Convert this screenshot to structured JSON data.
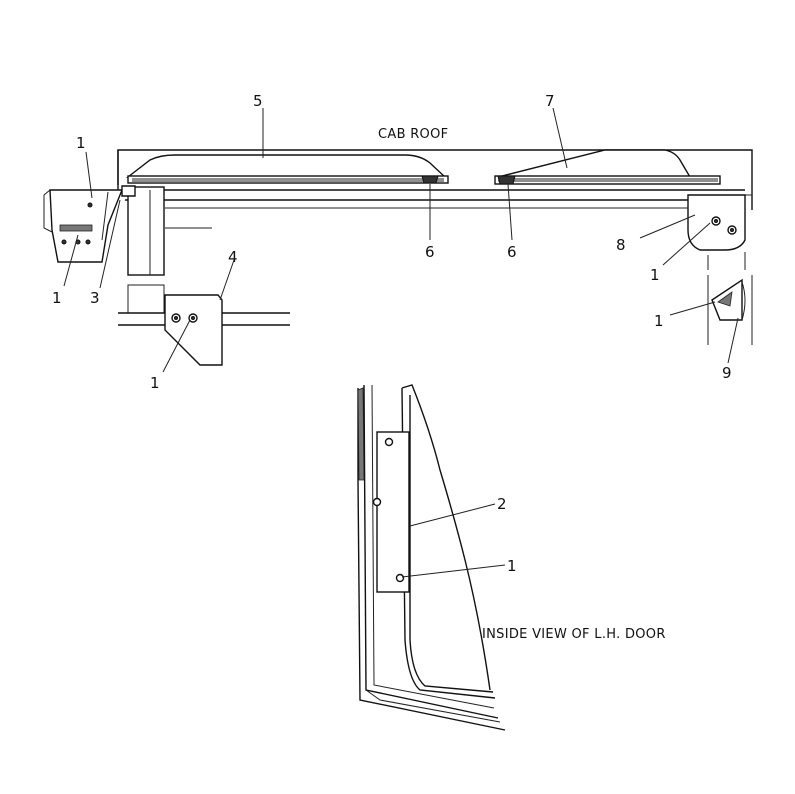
{
  "diagram": {
    "captions": {
      "cab_roof": "CAB ROOF",
      "inside_view": "INSIDE VIEW OF L.H. DOOR"
    },
    "callouts": {
      "c1_top_left": "1",
      "c1_bottom_left": "1",
      "c3": "3",
      "c4": "4",
      "c1_bracket": "1",
      "c5": "5",
      "c6_left": "6",
      "c6_right": "6",
      "c7": "7",
      "c8": "8",
      "c1_right_upper": "1",
      "c1_right_lower": "1",
      "c9": "9",
      "c2": "2",
      "c1_door": "1"
    },
    "colors": {
      "ink": "#111111",
      "paper": "#ffffff"
    }
  }
}
